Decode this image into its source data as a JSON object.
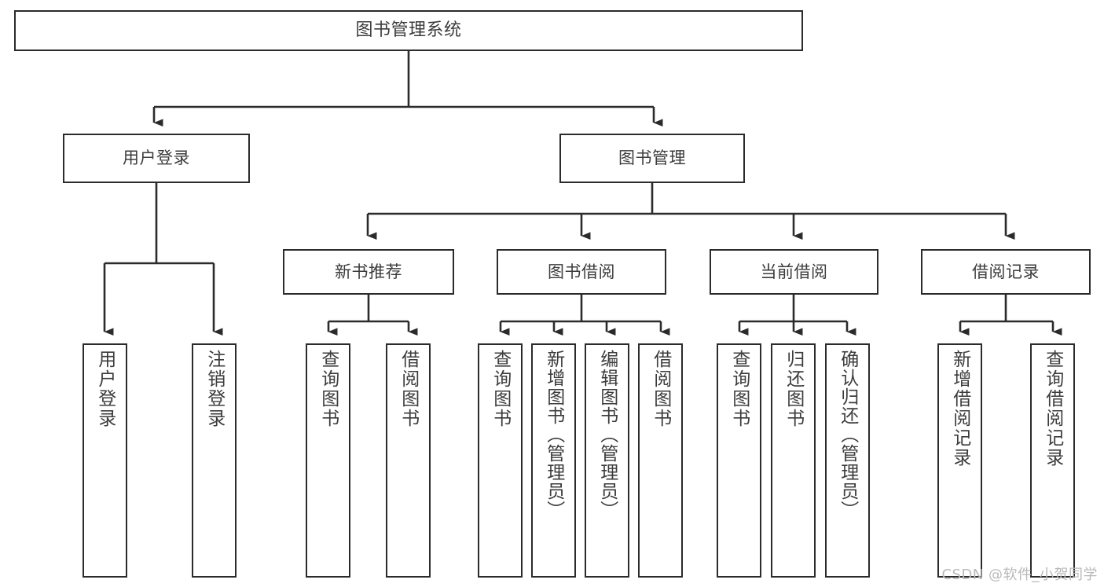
{
  "diagram": {
    "type": "tree",
    "title": "图书管理系统",
    "root": {
      "id": "root",
      "label": "图书管理系统"
    },
    "level2": [
      {
        "id": "user-login",
        "label": "用户登录"
      },
      {
        "id": "book-manage",
        "label": "图书管理"
      }
    ],
    "level3": [
      {
        "id": "new-book-rec",
        "label": "新书推荐"
      },
      {
        "id": "book-borrow",
        "label": "图书借阅"
      },
      {
        "id": "current-borrow",
        "label": "当前借阅"
      },
      {
        "id": "borrow-record",
        "label": "借阅记录"
      }
    ],
    "leaves": [
      {
        "id": "leaf-user-login",
        "parent": "user-login",
        "label": "用户登录"
      },
      {
        "id": "leaf-logout",
        "parent": "user-login",
        "label": "注销登录"
      },
      {
        "id": "leaf-query-book-1",
        "parent": "new-book-rec",
        "label": "查询图书"
      },
      {
        "id": "leaf-borrow-book-1",
        "parent": "new-book-rec",
        "label": "借阅图书"
      },
      {
        "id": "leaf-query-book-2",
        "parent": "book-borrow",
        "label": "查询图书"
      },
      {
        "id": "leaf-add-book",
        "parent": "book-borrow",
        "label": "新增图书（管理员）"
      },
      {
        "id": "leaf-edit-book",
        "parent": "book-borrow",
        "label": "编辑图书（管理员）"
      },
      {
        "id": "leaf-borrow-book-2",
        "parent": "book-borrow",
        "label": "借阅图书"
      },
      {
        "id": "leaf-query-book-3",
        "parent": "current-borrow",
        "label": "查询图书"
      },
      {
        "id": "leaf-return-book",
        "parent": "current-borrow",
        "label": "归还图书"
      },
      {
        "id": "leaf-confirm-return",
        "parent": "current-borrow",
        "label": "确认归还（管理员）"
      },
      {
        "id": "leaf-add-record",
        "parent": "borrow-record",
        "label": "新增借阅记录"
      },
      {
        "id": "leaf-query-record",
        "parent": "borrow-record",
        "label": "查询借阅记录"
      }
    ]
  },
  "watermark": {
    "text": "CSDN @软件_小贺同学"
  },
  "colors": {
    "stroke": "#2b2b2b",
    "text": "#3c3c3c",
    "background": "#ffffff",
    "watermark": "#b9b9b9"
  }
}
